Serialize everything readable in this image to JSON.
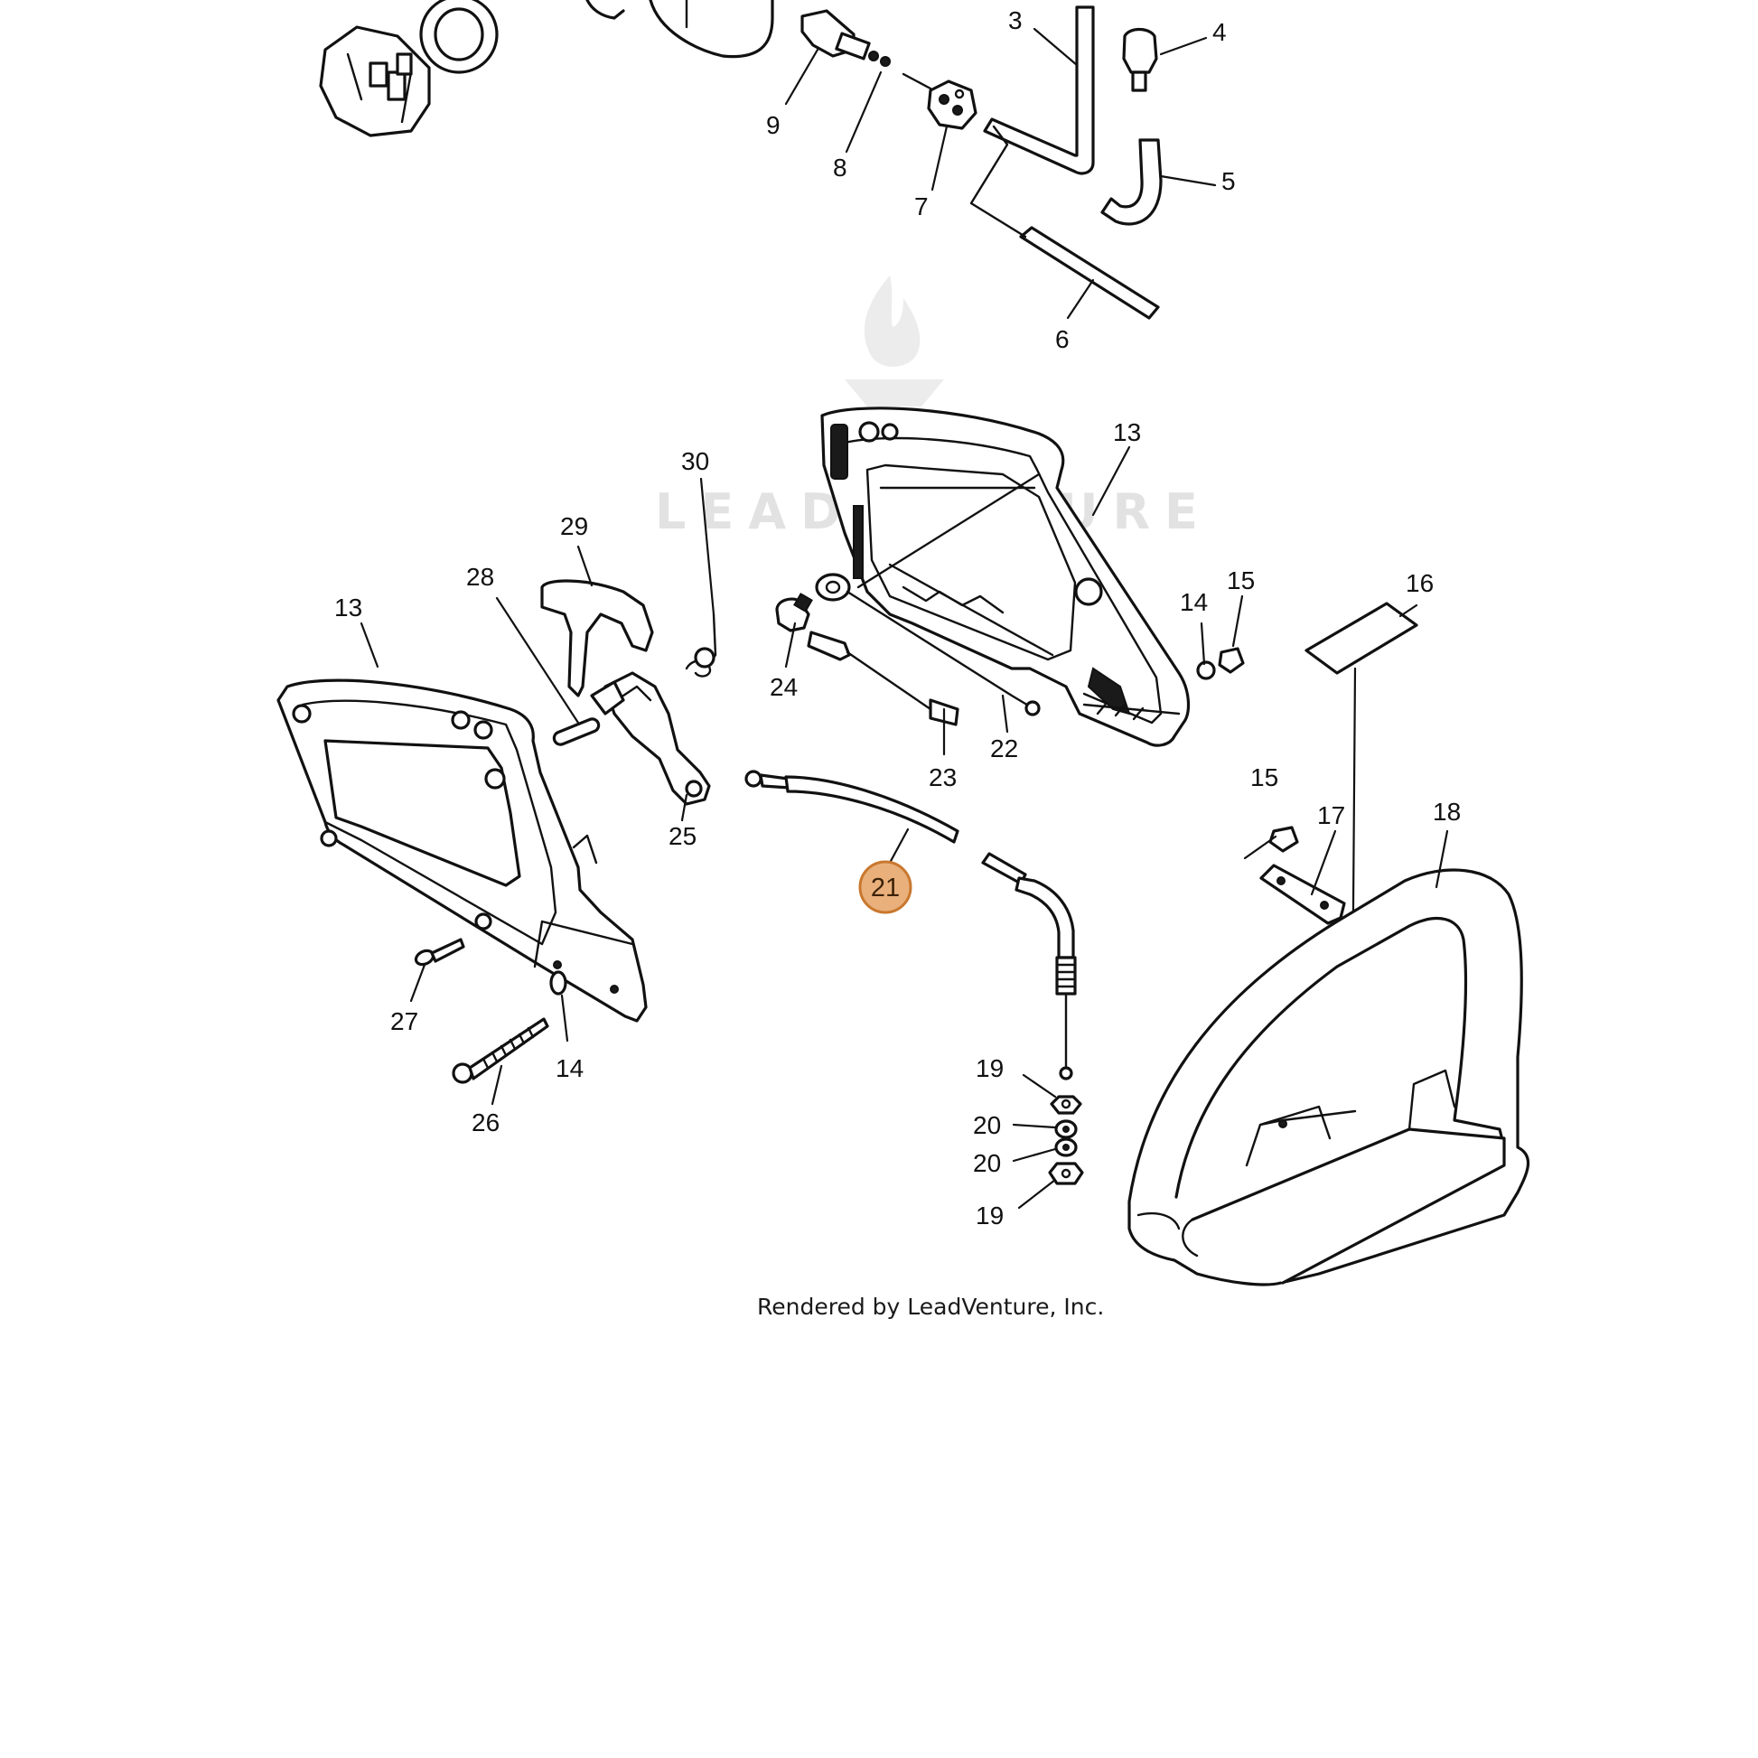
{
  "diagram": {
    "highlight_color": "#e9b07c",
    "highlighted_part": "21",
    "callouts": [
      "3",
      "4",
      "5",
      "6",
      "7",
      "8",
      "9",
      "13",
      "13",
      "14",
      "14",
      "15",
      "15",
      "16",
      "17",
      "18",
      "19",
      "19",
      "20",
      "20",
      "21",
      "22",
      "23",
      "24",
      "25",
      "26",
      "27",
      "28",
      "29",
      "30"
    ],
    "labels": {
      "c3": "3",
      "c4": "4",
      "c5": "5",
      "c6": "6",
      "c7": "7",
      "c8": "8",
      "c9": "9",
      "c13a": "13",
      "c13b": "13",
      "c14a": "14",
      "c14b": "14",
      "c15a": "15",
      "c15b": "15",
      "c16": "16",
      "c17": "17",
      "c18": "18",
      "c19a": "19",
      "c19b": "19",
      "c20a": "20",
      "c20b": "20",
      "c21": "21",
      "c22": "22",
      "c23": "23",
      "c24": "24",
      "c25": "25",
      "c26": "26",
      "c27": "27",
      "c28": "28",
      "c29": "29",
      "c30": "30"
    },
    "credit": "Rendered by LeadVenture, Inc.",
    "watermark": "LEADVENTURE",
    "icons": [
      "watermark-flame-icon"
    ]
  }
}
